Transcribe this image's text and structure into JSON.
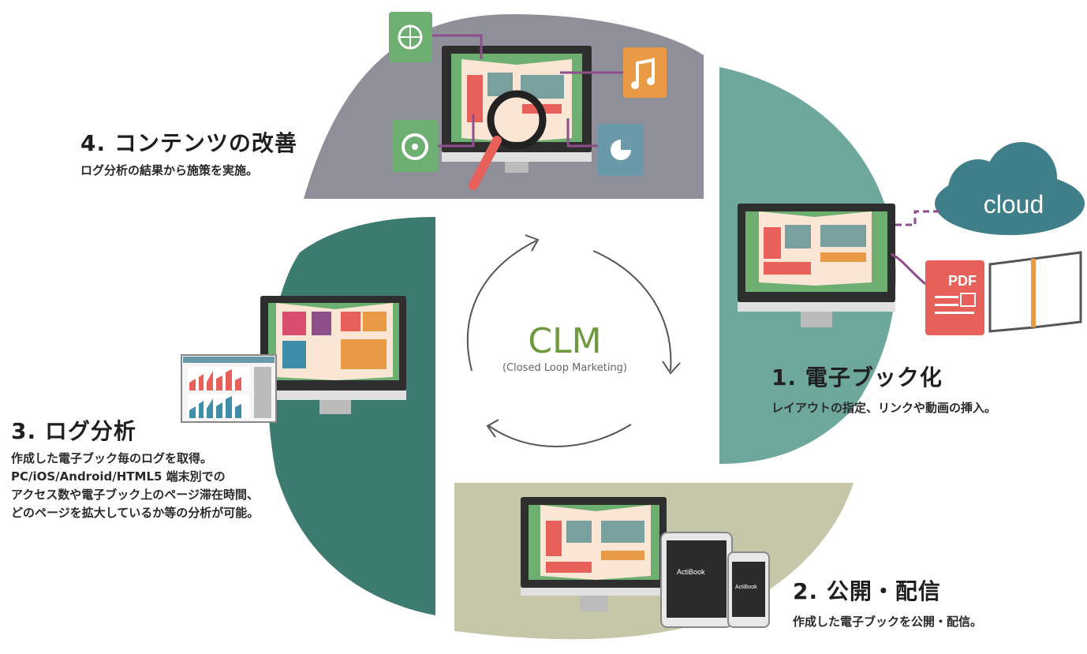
{
  "center": {
    "title": "CLM",
    "subtitle": "(Closed Loop Marketing)"
  },
  "steps": [
    {
      "title": "1. 電子ブック化",
      "lines": [
        "レイアウトの指定、リンクや動画の挿入。"
      ]
    },
    {
      "title": "2. 公開・配信",
      "lines": [
        "作成した電子ブックを公開・配信。"
      ]
    },
    {
      "title": "3. ログ分析",
      "lines": [
        "作成した電子ブック毎のログを取得。",
        "PC/iOS/Android/HTML5 端末別での",
        "アクセス数や電子ブック上のページ滞在時間、",
        "どのページを拡大しているか等の分析が可能。"
      ]
    },
    {
      "title": "4. コンテンツの改善",
      "lines": [
        "ログ分析の結果から施策を実施。"
      ]
    }
  ],
  "labels": {
    "cloud": "cloud",
    "pdf": "PDF",
    "brand_tablet": "ActiBook",
    "brand_phone": "ActiBook"
  },
  "colors": {
    "teal": "#6ea79c",
    "dark_teal": "#3c7b70",
    "gray": "#8f8f99",
    "khaki": "#c6c6a8",
    "red": "#e8605a",
    "orange": "#e99a45",
    "green": "#6dae71",
    "cloud": "#3f7f89"
  }
}
